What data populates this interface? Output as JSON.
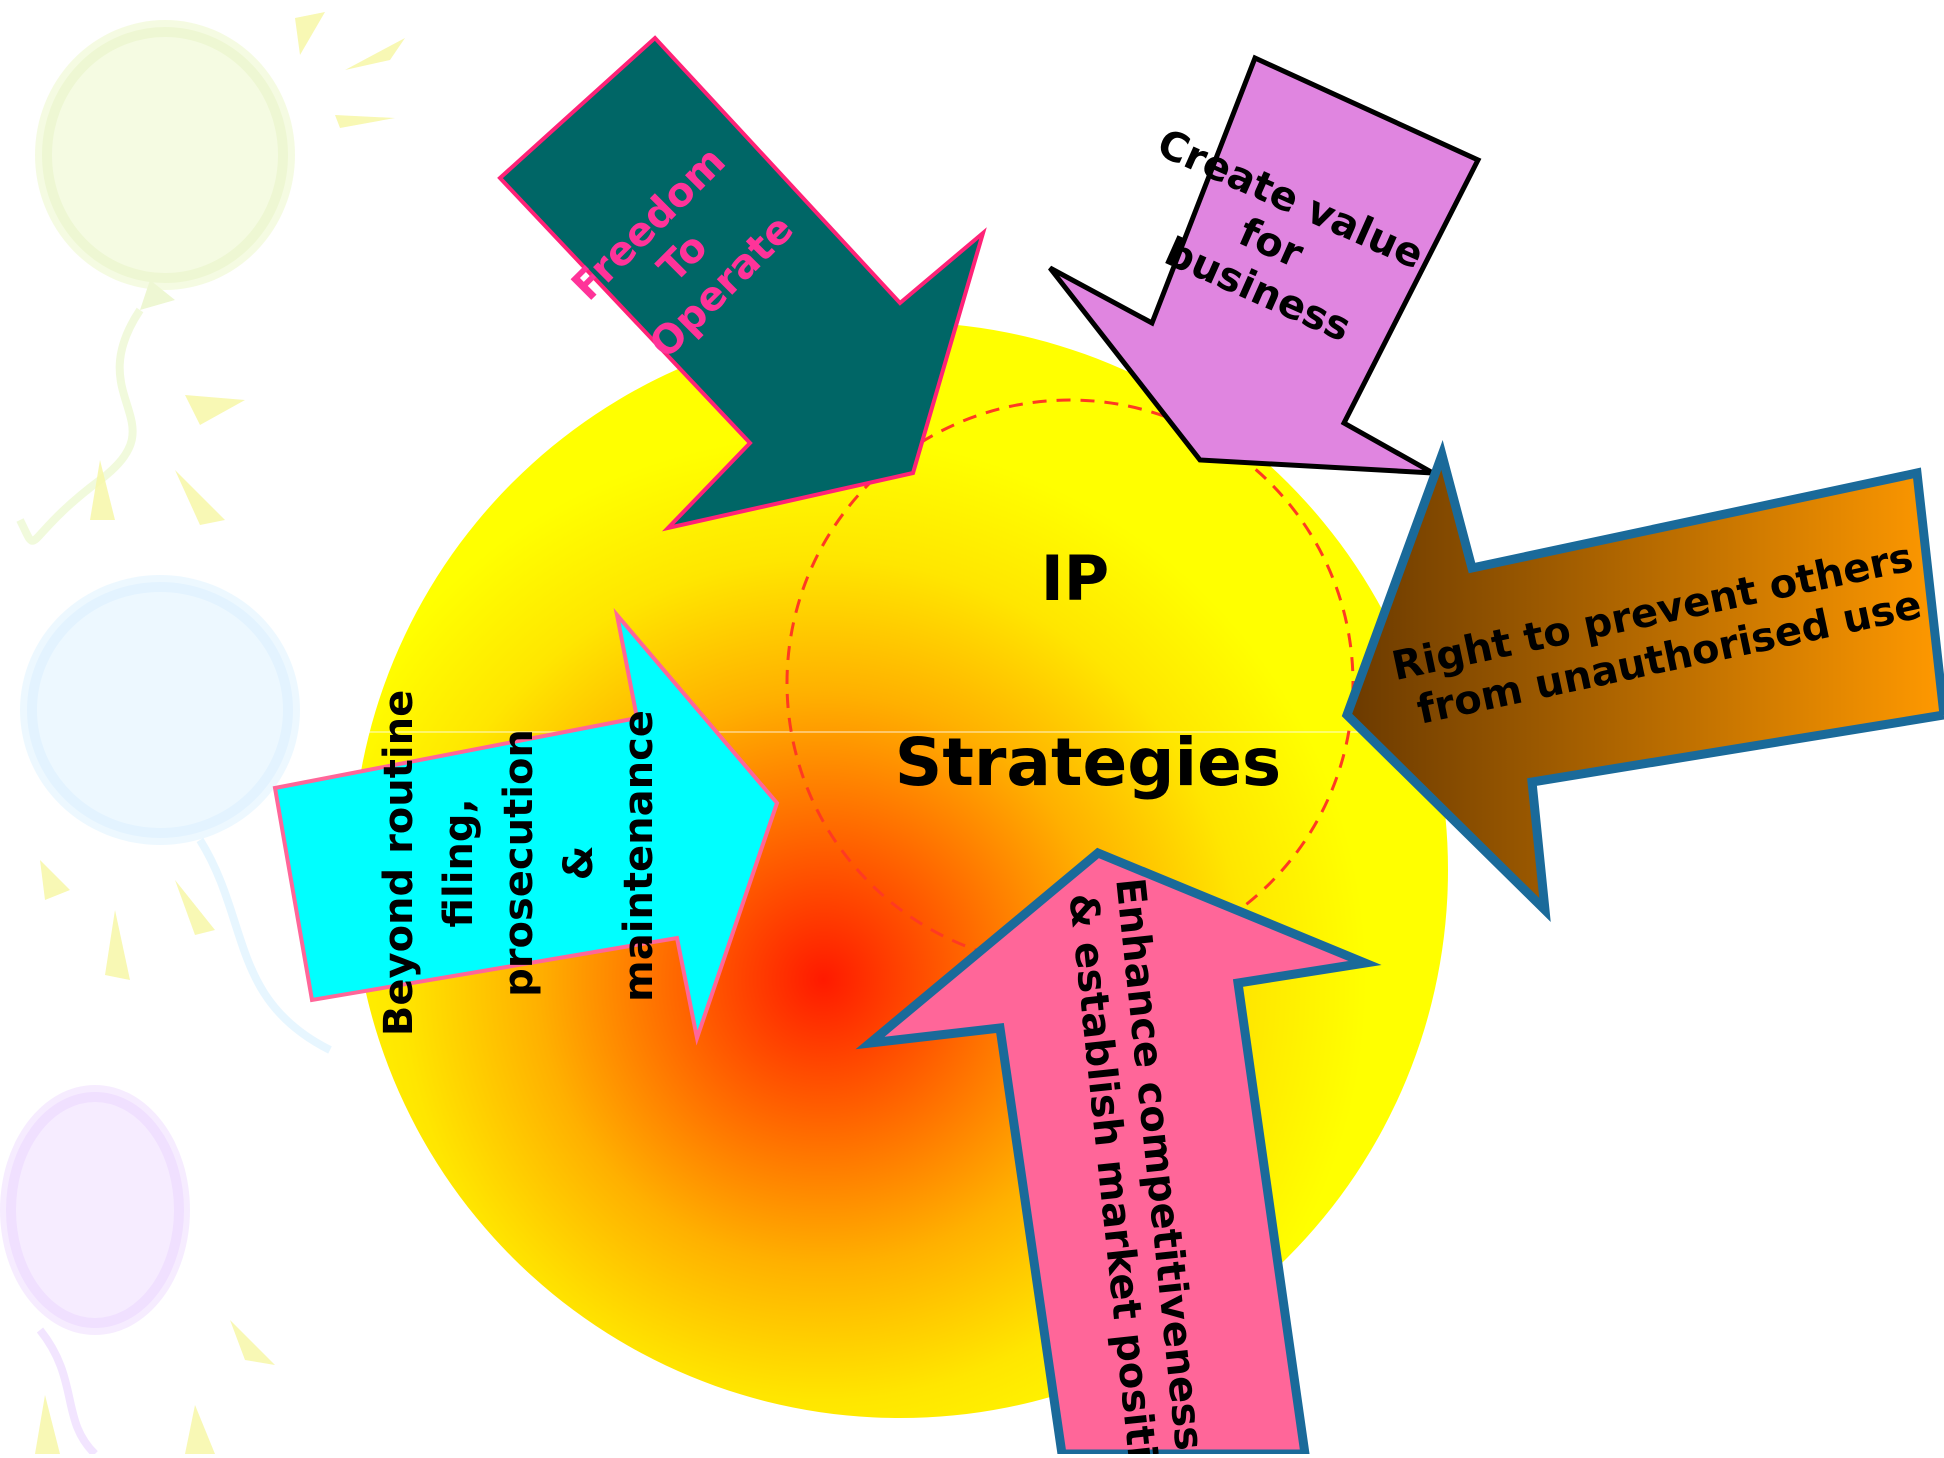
{
  "center": {
    "line1": "IP",
    "line2": "Strategies"
  },
  "arrows": {
    "freedom": {
      "lines": [
        "Freedom",
        "To",
        "Operate"
      ]
    },
    "create_value": {
      "lines": [
        "Create value",
        "for",
        "business"
      ]
    },
    "right_to_prevent": {
      "lines": [
        "Right to prevent others",
        "from unauthorised use"
      ]
    },
    "enhance": {
      "lines": [
        "Enhance competitiveness",
        "& establish market positi"
      ]
    },
    "beyond": {
      "lines": [
        "Beyond routine",
        "filing,",
        "prosecution",
        "&",
        "maintenance"
      ]
    }
  },
  "colors": {
    "freedom_fill": "#006666",
    "freedom_text": "#ff3399",
    "create_value_fill": "#e085e0",
    "right_fill_start": "#6b3a00",
    "right_fill_end": "#ff9900",
    "enhance_fill": "#ff6699",
    "beyond_fill": "#00ffff",
    "circle_outer": "#ffff00",
    "circle_inner": "#ff1a00"
  },
  "background_icons": [
    "balloon-green-icon",
    "balloon-blue-icon",
    "balloon-purple-icon",
    "sun-ray-icon"
  ]
}
